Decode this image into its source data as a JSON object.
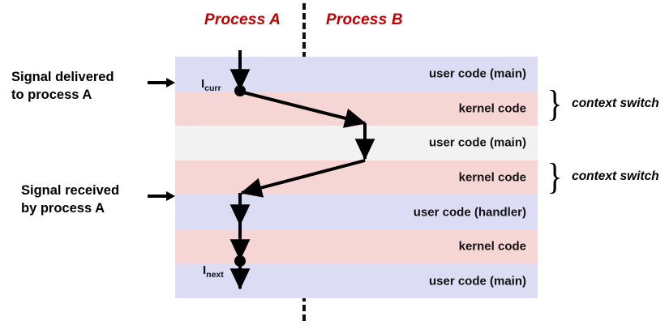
{
  "diagram": {
    "title_process_a": "Process A",
    "title_process_b": "Process B",
    "divider": "process-boundary-dashed-line",
    "accent_red": "#c00000",
    "user_band_color": "#dcdcf5",
    "kernel_band_color": "#f6d5d5",
    "grey_band_color": "#f3f2f2",
    "line_color": "#000000"
  },
  "bands": [
    {
      "label": "user code (main)",
      "kind": "user"
    },
    {
      "label": "kernel code",
      "kind": "kernel"
    },
    {
      "label": "user code (main)",
      "kind": "grey"
    },
    {
      "label": "kernel code",
      "kind": "kernel"
    },
    {
      "label": "user code (handler)",
      "kind": "user"
    },
    {
      "label": "kernel code",
      "kind": "kernel"
    },
    {
      "label": "user code (main)",
      "kind": "user"
    }
  ],
  "callouts": {
    "delivered_line1": "Signal delivered",
    "delivered_line2": "to process A",
    "received_line1": "Signal received",
    "received_line2": "by process A"
  },
  "annotations": {
    "brace_1": "context switch",
    "brace_2": "context switch",
    "brace_glyph": "}"
  },
  "markers": {
    "icurr_base": "I",
    "icurr_sub": "curr",
    "inext_base": "I",
    "inext_sub": "next"
  }
}
